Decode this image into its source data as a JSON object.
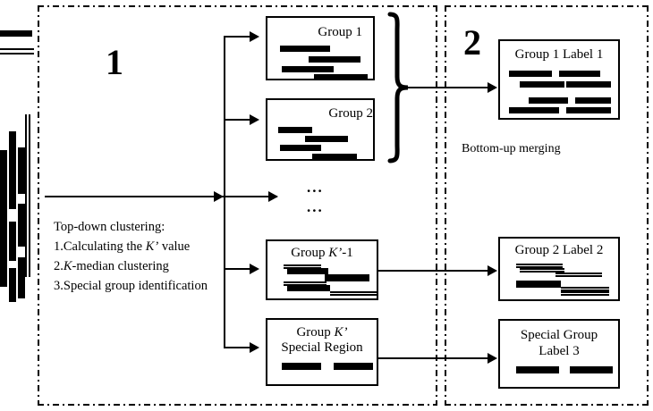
{
  "figure": {
    "title": "Two-stage read clustering and merging pipeline",
    "stages": [
      {
        "number": "1",
        "label": "Top-down clustering stage"
      },
      {
        "number": "2",
        "label": "Bottom-up merging stage"
      }
    ]
  },
  "input": {
    "name": "input-reads",
    "top_segments": [
      {
        "name": "thick-read",
        "style": "solid"
      },
      {
        "name": "thin-read-pair",
        "style": "double"
      }
    ]
  },
  "stage1": {
    "number": "1",
    "description_lines": [
      "Top-down clustering:",
      "1.Calculating the ",
      "2.",
      "3.Special group identification"
    ],
    "description": {
      "line1": "Top-down clustering:",
      "line2_pre": "1.Calculating the ",
      "line2_k": "K’",
      "line2_post": " value",
      "line3_pre": "2.",
      "line3_k": "K",
      "line3_post": "-median clustering",
      "line4": "3.Special group identification"
    },
    "ellipsis": [
      "...",
      "..."
    ],
    "groups": [
      {
        "id": "group-1",
        "title": "Group 1",
        "title_align": "right",
        "bars": [
          {
            "x": 14,
            "y": 33,
            "w": 56,
            "h": 7,
            "style": "solid"
          },
          {
            "x": 48,
            "y": 47,
            "w": 58,
            "h": 7,
            "style": "solid"
          },
          {
            "x": 18,
            "y": 60,
            "w": 58,
            "h": 7,
            "style": "solid"
          },
          {
            "x": 54,
            "y": 73,
            "w": 60,
            "h": 7,
            "style": "solid"
          }
        ]
      },
      {
        "id": "group-2",
        "title": "Group 2",
        "title_align": "right",
        "bars": [
          {
            "x": 14,
            "y": 26,
            "w": 38,
            "h": 7,
            "style": "solid"
          },
          {
            "x": 44,
            "y": 39,
            "w": 48,
            "h": 7,
            "style": "solid"
          },
          {
            "x": 16,
            "y": 52,
            "w": 46,
            "h": 7,
            "style": "solid"
          },
          {
            "x": 52,
            "y": 65,
            "w": 50,
            "h": 7,
            "style": "solid"
          }
        ]
      },
      {
        "id": "group-k-minus-1",
        "title_pre": "Group ",
        "title_k": "K’",
        "title_post": "-1",
        "title": "Group K’-1",
        "bars": [
          {
            "x": 20,
            "y": 27,
            "w": 42,
            "h": 5,
            "style": "double"
          },
          {
            "x": 30,
            "y": 32,
            "w": 40,
            "h": 7,
            "style": "solid"
          },
          {
            "x": 66,
            "y": 38,
            "w": 48,
            "h": 7,
            "style": "solid"
          },
          {
            "x": 20,
            "y": 48,
            "w": 48,
            "h": 5,
            "style": "double"
          },
          {
            "x": 25,
            "y": 53,
            "w": 48,
            "h": 7,
            "style": "solid"
          },
          {
            "x": 74,
            "y": 60,
            "w": 48,
            "h": 5,
            "style": "double"
          }
        ]
      },
      {
        "id": "group-k-special",
        "title_line1_pre": "Group ",
        "title_line1_k": "K’",
        "title_line2": "Special Region",
        "title": "Group K’ Special Region",
        "bars": [
          {
            "x": 18,
            "y": 52,
            "w": 44,
            "h": 8,
            "style": "solid"
          },
          {
            "x": 76,
            "y": 52,
            "w": 44,
            "h": 8,
            "style": "solid"
          }
        ]
      }
    ]
  },
  "stage2": {
    "number": "2",
    "caption": "Bottom-up merging",
    "results": [
      {
        "id": "group-1-label-1",
        "title": "Group 1 Label 1",
        "bars": [
          {
            "x": 12,
            "y": 40,
            "w": 46,
            "h": 7,
            "style": "solid"
          },
          {
            "x": 68,
            "y": 40,
            "w": 44,
            "h": 7,
            "style": "solid"
          },
          {
            "x": 24,
            "y": 53,
            "w": 48,
            "h": 7,
            "style": "solid"
          },
          {
            "x": 76,
            "y": 53,
            "w": 50,
            "h": 7,
            "style": "solid"
          },
          {
            "x": 34,
            "y": 68,
            "w": 42,
            "h": 7,
            "style": "solid"
          },
          {
            "x": 88,
            "y": 68,
            "w": 38,
            "h": 7,
            "style": "solid"
          },
          {
            "x": 12,
            "y": 80,
            "w": 54,
            "h": 7,
            "style": "solid"
          },
          {
            "x": 78,
            "y": 80,
            "w": 48,
            "h": 7,
            "style": "solid"
          }
        ]
      },
      {
        "id": "group-2-label-2",
        "title": "Group 2 Label 2",
        "bars": [
          {
            "x": 18,
            "y": 34,
            "w": 50,
            "h": 5,
            "style": "double"
          },
          {
            "x": 22,
            "y": 40,
            "w": 48,
            "h": 5,
            "style": "double"
          },
          {
            "x": 60,
            "y": 40,
            "w": 48,
            "h": 5,
            "style": "double"
          },
          {
            "x": 20,
            "y": 52,
            "w": 46,
            "h": 7,
            "style": "solid"
          },
          {
            "x": 66,
            "y": 58,
            "w": 52,
            "h": 5,
            "style": "double"
          },
          {
            "x": 66,
            "y": 64,
            "w": 52,
            "h": 5,
            "style": "double"
          }
        ]
      },
      {
        "id": "special-group-label-3",
        "title_line1": "Special Group",
        "title_line2": "Label 3",
        "title": "Special Group Label 3",
        "bars": [
          {
            "x": 20,
            "y": 54,
            "w": 46,
            "h": 8,
            "style": "solid"
          },
          {
            "x": 80,
            "y": 54,
            "w": 46,
            "h": 8,
            "style": "solid"
          }
        ]
      }
    ]
  },
  "colors": {
    "ink": "#000000",
    "paper": "#ffffff"
  }
}
